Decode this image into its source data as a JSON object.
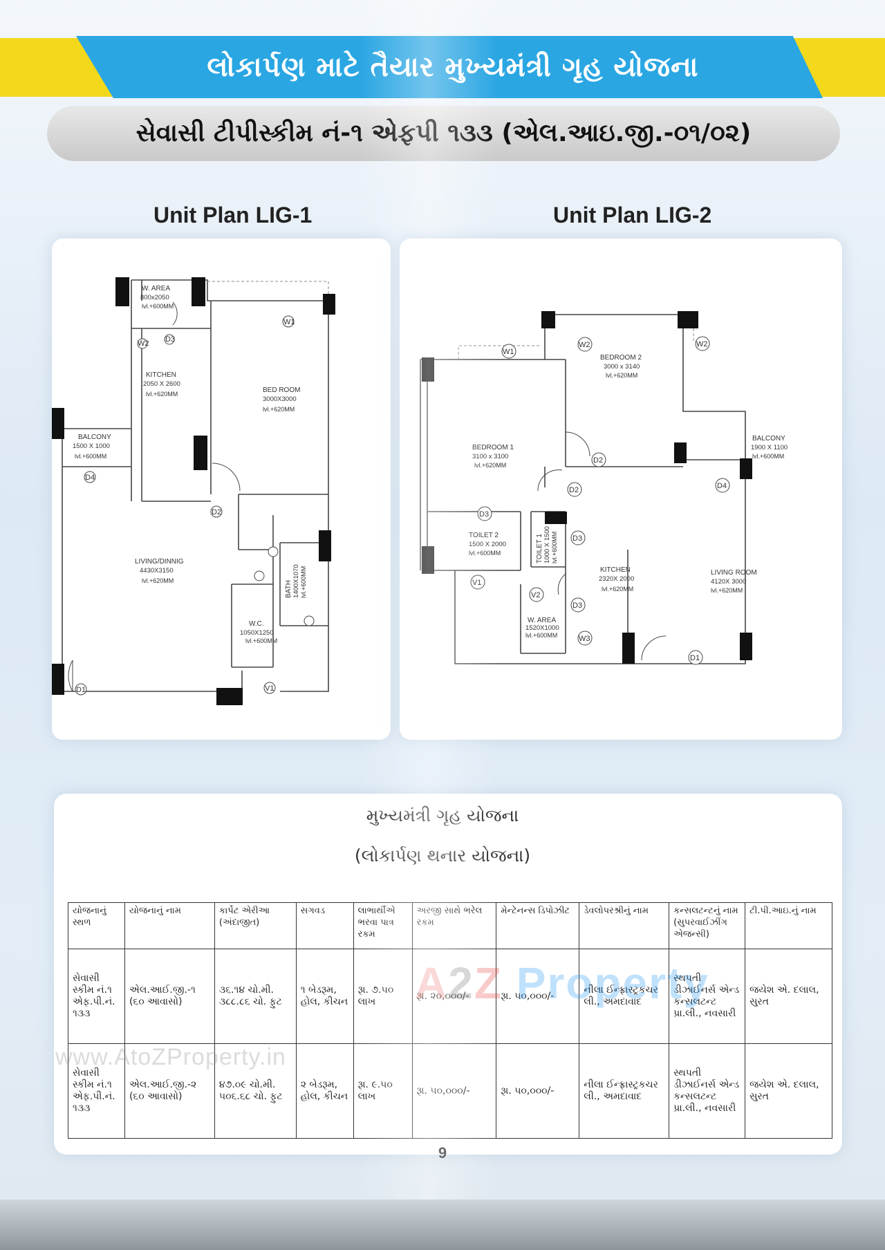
{
  "header": {
    "title": "લોકાર્પણ માટે તૈયાર મુખ્યમંત્રી ગૃહ યોજના",
    "subtitle": "સેવાસી ટીપીસ્કીમ નં-૧ એફપી ૧૩૩ (એલ.આઇ.જી.-૦૧/૦૨)"
  },
  "plans": {
    "lig1": {
      "caption": "Unit Plan LIG-1",
      "w_area": {
        "name": "W. AREA",
        "dim": "800x2050",
        "level": "lvl.+600MM"
      },
      "kitchen": {
        "name": "KITCHEN",
        "dim": "2050 X 2600",
        "level": "lvl.+620MM"
      },
      "bedroom": {
        "name": "BED ROOM",
        "dim": "3000X3000",
        "level": "lvl.+620MM"
      },
      "balcony": {
        "name": "BALCONY",
        "dim": "1500 X 1000",
        "level": "lvl.+600MM"
      },
      "living": {
        "name": "LIVING/DINNIG",
        "dim": "4430X3150",
        "level": "lvl.+620MM"
      },
      "wc": {
        "name": "W.C.",
        "dim": "1050X1250",
        "level": "lvl.+600MM"
      },
      "bath": {
        "name": "BATH",
        "dim": "1400X1070",
        "level": "lvl.+600MM"
      },
      "tags": {
        "w1": "W1",
        "w2": "W2",
        "d1": "D1",
        "d2": "D2",
        "d3": "D3",
        "d4": "D4",
        "v1": "V1"
      }
    },
    "lig2": {
      "caption": "Unit Plan LIG-2",
      "bedroom2": {
        "name": "BEDROOM 2",
        "dim": "3000 x 3140",
        "level": "lvl.+620MM"
      },
      "bedroom1": {
        "name": "BEDROOM 1",
        "dim": "3100 x 3100",
        "level": "lvl.+620MM"
      },
      "balcony": {
        "name": "BALCONY",
        "dim": "1900 X 1100",
        "level": "lvl.+600MM"
      },
      "toilet2": {
        "name": "TOILET 2",
        "dim": "1500 X 2000",
        "level": "lvl.+600MM"
      },
      "toilet1": {
        "name": "TOILET 1",
        "dim": "1000 X 1500",
        "level": "lvl.+600MM"
      },
      "kitchen": {
        "name": "KITCHEN",
        "dim": "2320X 2000",
        "level": "lvl.+620MM"
      },
      "living": {
        "name": "LIVING ROOM",
        "dim": "4120X 3000",
        "level": "lvl.+620MM"
      },
      "w_area": {
        "name": "W. AREA",
        "dim": "1520X1000",
        "level": "lvl.+600MM"
      },
      "tags": {
        "w1": "W1",
        "w2": "W2",
        "w3": "W3",
        "d1": "D1",
        "d2": "D2",
        "d3": "D3",
        "d4": "D4",
        "v1": "V1",
        "v2": "V2"
      }
    }
  },
  "table": {
    "title": "મુખ્યમંત્રી ગૃહ યોજના",
    "subtitle": "(લોકાર્પણ થનાર યોજના)",
    "headers": [
      "યોજનાનું સ્થળ",
      "યોજનાનું નામ",
      "કાર્પેટ એરીઆ (અંદાજીત)",
      "સગવડ",
      "લાભાર્થીએ ભરવા પાત્ર રકમ",
      "અરજી સાથે ભરેલ રકમ",
      "મેન્ટેનન્સ ડિપોઝીટ",
      "ડેવલોપરશ્રીનું નામ",
      "કન્સલટન્ટનું નામ (સુપરવાઈઝીંગ એજન્સી)",
      "ટી.પી.આઇ.નું નામ"
    ],
    "rows": [
      [
        "સેવાસી સ્કીમ નં.૧ એફ.પી.નં. ૧૩૩",
        "એલ.આઈ.જી.-૧ (૬૦ આવાસો)",
        "૩૬.૧૪ ચો.મી. ૩૮૮.૮૬ ચો. ફુટ",
        "૧ બેડરૂમ, હોલ, કીચન",
        "રૂા. ૭.૫૦ લાખ",
        "રૂા. ૨૦,૦૦૦/-",
        "રૂા. ૫૦,૦૦૦/-",
        "નીલા ઈન્ફ્રાસ્ટ્રકચર લી., અમદાવાદ",
        "સ્થપતી ડીઝાઈનર્સ એન્ડ કન્સલટન્ટ પ્રા.લી., નવસારી",
        "જયેશ એ. દલાલ, સુરત"
      ],
      [
        "સેવાસી સ્કીમ નં.૧ એફ.પી.નં. ૧૩૩",
        "એલ.આઈ.જી.-૨ (૬૦ આવાસો)",
        "૪૭.૦૯ ચો.મી. ૫૦૬.૬૮ ચો. ફુટ",
        "૨ બેડરૂમ, હોલ, કીચન",
        "રૂા. ૯.૫૦ લાખ",
        "રૂા. ૫૦,૦૦૦/-",
        "રૂા. ૫૦,૦૦૦/-",
        "નીલા ઈન્ફ્રાસ્ટ્રકચર લી., અમદાવાદ",
        "સ્થપતી ડીઝાઈનર્સ એન્ડ કન્સલટન્ટ પ્રા.લી., નવસારી",
        "જયેશ એ. દલાલ, સુરત"
      ]
    ]
  },
  "watermark": {
    "logo_a": "A",
    "logo_2": "2",
    "logo_z": "Z",
    "logo_rest": "Property",
    "url": "www.AtoZProperty.in"
  },
  "page_number": "9",
  "colors": {
    "header_blue": "#2aa6e3",
    "header_yellow": "#f4d81c"
  }
}
